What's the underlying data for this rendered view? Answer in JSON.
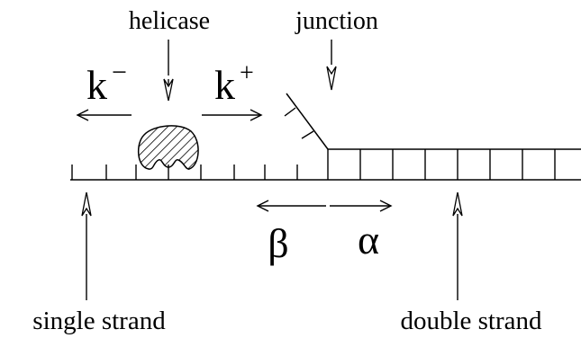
{
  "labels": {
    "helicase": "helicase",
    "junction": "junction",
    "k_minus_base": "k",
    "k_minus_sup": "−",
    "k_plus_base": "k",
    "k_plus_sup": "+",
    "beta": "β",
    "alpha": "α",
    "single_strand": "single strand",
    "double_strand": "double strand"
  },
  "colors": {
    "ink": "#000000",
    "background": "#ffffff"
  }
}
